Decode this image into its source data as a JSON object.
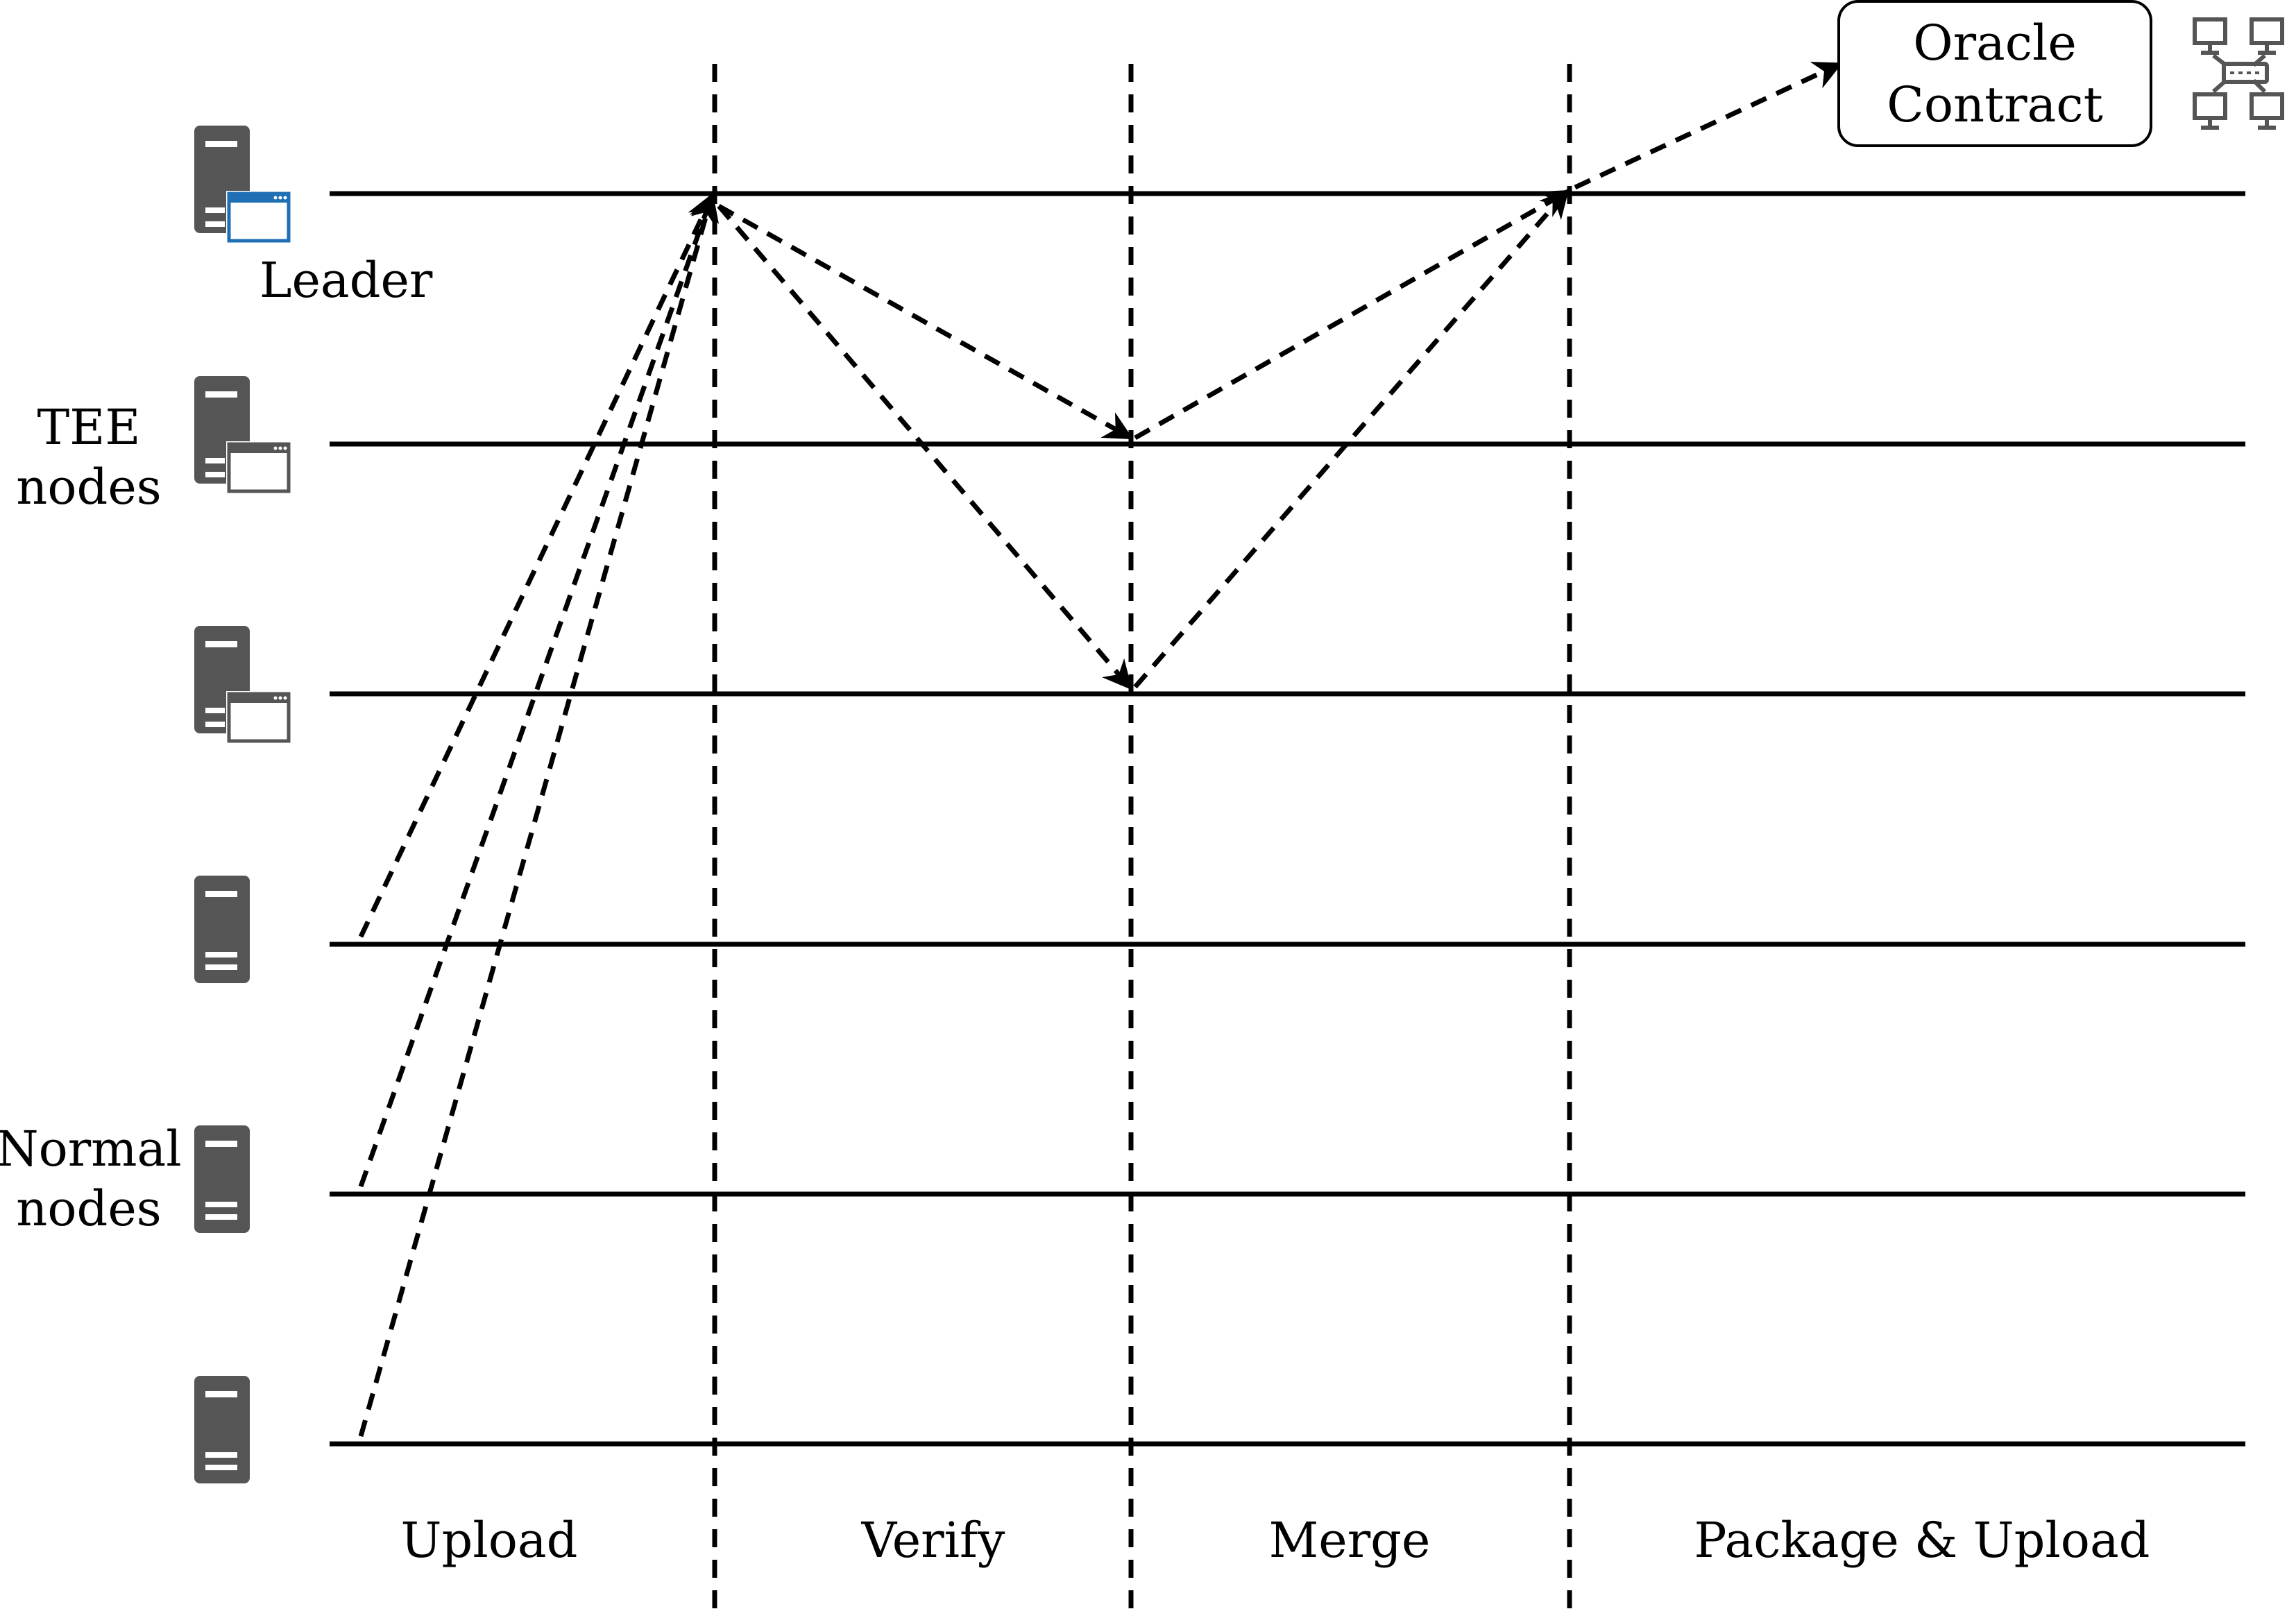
{
  "labels": {
    "leader": "Leader",
    "tee_nodes_line1": "TEE",
    "tee_nodes_line2": "nodes",
    "normal_nodes_line1": "Normal",
    "normal_nodes_line2": "nodes",
    "oracle_line1": "Oracle",
    "oracle_line2": "Contract"
  },
  "phases": [
    "Upload",
    "Verify",
    "Merge",
    "Package & Upload"
  ],
  "nodes": [
    {
      "role": "leader",
      "icon": "tee-server-icon",
      "accent": "#1f6fb5"
    },
    {
      "role": "tee",
      "icon": "tee-server-icon"
    },
    {
      "role": "tee",
      "icon": "tee-server-icon"
    },
    {
      "role": "normal",
      "icon": "server-icon"
    },
    {
      "role": "normal",
      "icon": "server-icon"
    },
    {
      "role": "normal",
      "icon": "server-icon"
    }
  ],
  "colors": {
    "line": "#000000",
    "server": "#555555",
    "leader_window": "#1f6fb5"
  },
  "icons": {
    "oracle_network": "network-icon"
  }
}
